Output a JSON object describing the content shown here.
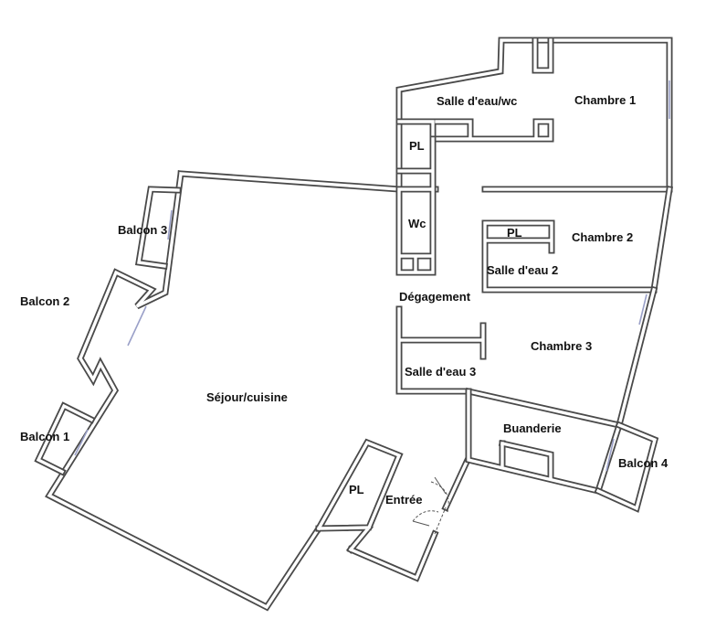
{
  "rooms": {
    "salle_eau_wc": "Salle d'eau/wc",
    "chambre_1": "Chambre 1",
    "pl_top": "PL",
    "balcon_3": "Balcon 3",
    "wc": "Wc",
    "pl_middle": "PL",
    "chambre_2": "Chambre 2",
    "salle_eau_2": "Salle d'eau 2",
    "balcon_2": "Balcon 2",
    "degagement": "Dégagement",
    "chambre_3": "Chambre 3",
    "salle_eau_3": "Salle d'eau 3",
    "sejour_cuisine": "Séjour/cuisine",
    "balcon_1": "Balcon 1",
    "buanderie": "Buanderie",
    "balcon_4": "Balcon 4",
    "pl_bottom": "PL",
    "entree": "Entrée"
  }
}
